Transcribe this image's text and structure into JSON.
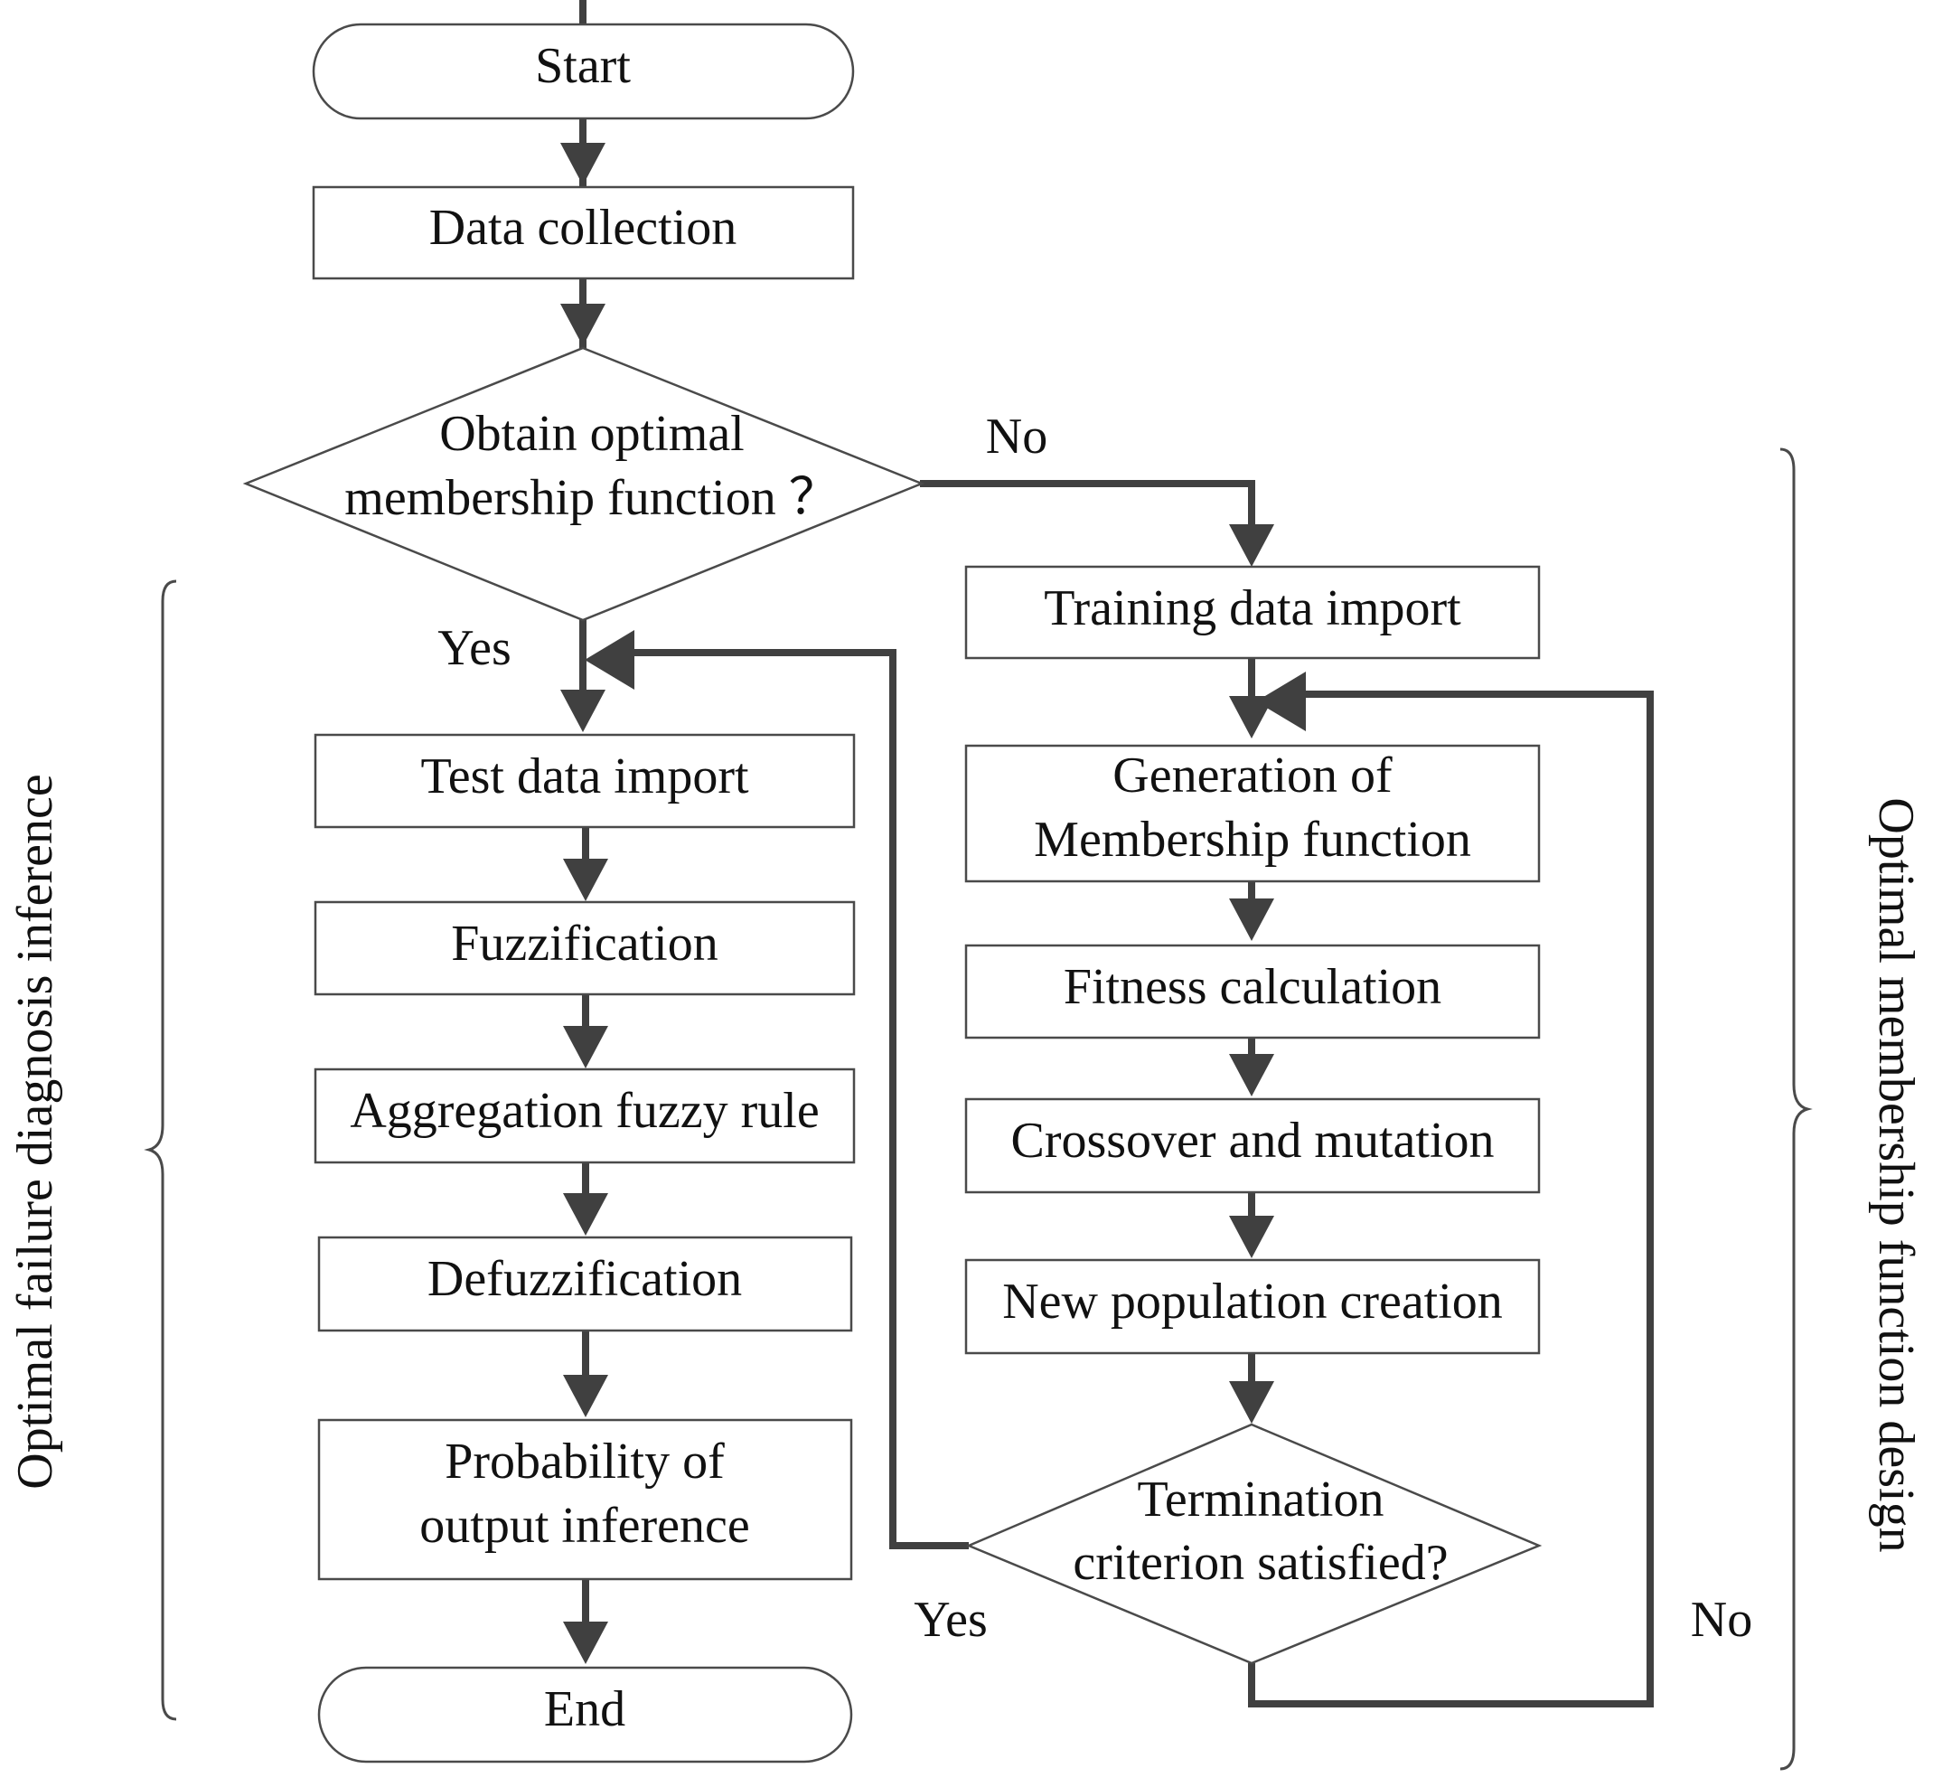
{
  "nodes": {
    "start": "Start",
    "data_collection": "Data collection",
    "decision_1": [
      "Obtain optimal",
      "membership function ？"
    ],
    "training_import": "Training data import",
    "test_import": "Test data import",
    "generation": [
      "Generation of",
      "Membership function"
    ],
    "fuzzification": "Fuzzification",
    "fitness": "Fitness calculation",
    "aggregation": "Aggregation fuzzy rule",
    "crossover": "Crossover and mutation",
    "defuzzification": "Defuzzification",
    "new_population": "New population creation",
    "probability": [
      "Probability of",
      "output inference"
    ],
    "decision_2": [
      "Termination",
      "criterion satisfied?"
    ],
    "end": "End"
  },
  "edge_labels": {
    "d1_no": "No",
    "d1_yes": "Yes",
    "d2_yes": "Yes",
    "d2_no": "No"
  },
  "group_labels": {
    "left": "Optimal failure diagnosis inference",
    "right": "Optimal membership function design"
  },
  "colors": {
    "arrow": "#404040",
    "box_stroke": "#4a4a4a",
    "text": "#111111",
    "background": "#ffffff"
  }
}
